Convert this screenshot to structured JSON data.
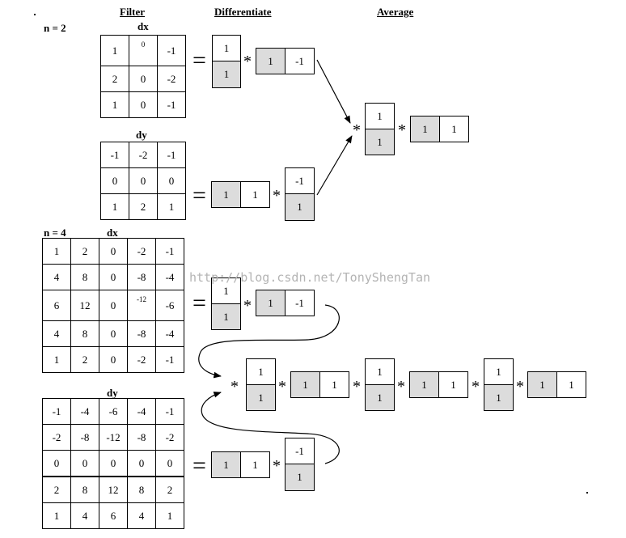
{
  "headers": {
    "filter": "Filter",
    "differentiate": "Differentiate",
    "average": "Average"
  },
  "labels": {
    "n2": "n = 2",
    "n4": "n = 4",
    "dx": "dx",
    "dy": "dy"
  },
  "operators": {
    "equals": "=",
    "convolve": "*"
  },
  "watermark": "http://blog.csdn.net/TonyShengTan",
  "n2": {
    "dx": [
      [
        "1",
        "0",
        "-1"
      ],
      [
        "2",
        "0",
        "-2"
      ],
      [
        "1",
        "0",
        "-1"
      ]
    ],
    "dy": [
      [
        "-1",
        "-2",
        "-1"
      ],
      [
        "0",
        "0",
        "0"
      ],
      [
        "1",
        "2",
        "1"
      ]
    ],
    "dx_diff_col": [
      "1",
      "1"
    ],
    "dx_diff_row": [
      "1",
      "-1"
    ],
    "dy_diff_row": [
      "1",
      "1"
    ],
    "dy_diff_col": [
      "-1",
      "1"
    ],
    "result_col": [
      "1",
      "1"
    ],
    "result_row": [
      "1",
      "1"
    ]
  },
  "n4": {
    "dx": [
      [
        "1",
        "2",
        "0",
        "-2",
        "-1"
      ],
      [
        "4",
        "8",
        "0",
        "-8",
        "-4"
      ],
      [
        "6",
        "12",
        "0",
        "-12",
        "-6"
      ],
      [
        "4",
        "8",
        "0",
        "-8",
        "-4"
      ],
      [
        "1",
        "2",
        "0",
        "-2",
        "-1"
      ]
    ],
    "dy": [
      [
        "-1",
        "-4",
        "-6",
        "-4",
        "-1"
      ],
      [
        "-2",
        "-8",
        "-12",
        "-8",
        "-2"
      ],
      [
        "0",
        "0",
        "0",
        "0",
        "0"
      ],
      [
        "2",
        "8",
        "12",
        "8",
        "2"
      ],
      [
        "1",
        "4",
        "6",
        "4",
        "1"
      ]
    ],
    "dx_diff_col": [
      "1",
      "1"
    ],
    "dx_diff_row": [
      "1",
      "-1"
    ],
    "dy_diff_row": [
      "1",
      "1"
    ],
    "dy_diff_col": [
      "-1",
      "1"
    ],
    "chain": [
      {
        "type": "col",
        "values": [
          "1",
          "1"
        ]
      },
      {
        "type": "row",
        "values": [
          "1",
          "1"
        ]
      },
      {
        "type": "col",
        "values": [
          "1",
          "1"
        ]
      },
      {
        "type": "row",
        "values": [
          "1",
          "1"
        ]
      },
      {
        "type": "col",
        "values": [
          "1",
          "1"
        ]
      },
      {
        "type": "row",
        "values": [
          "1",
          "1"
        ]
      }
    ]
  }
}
